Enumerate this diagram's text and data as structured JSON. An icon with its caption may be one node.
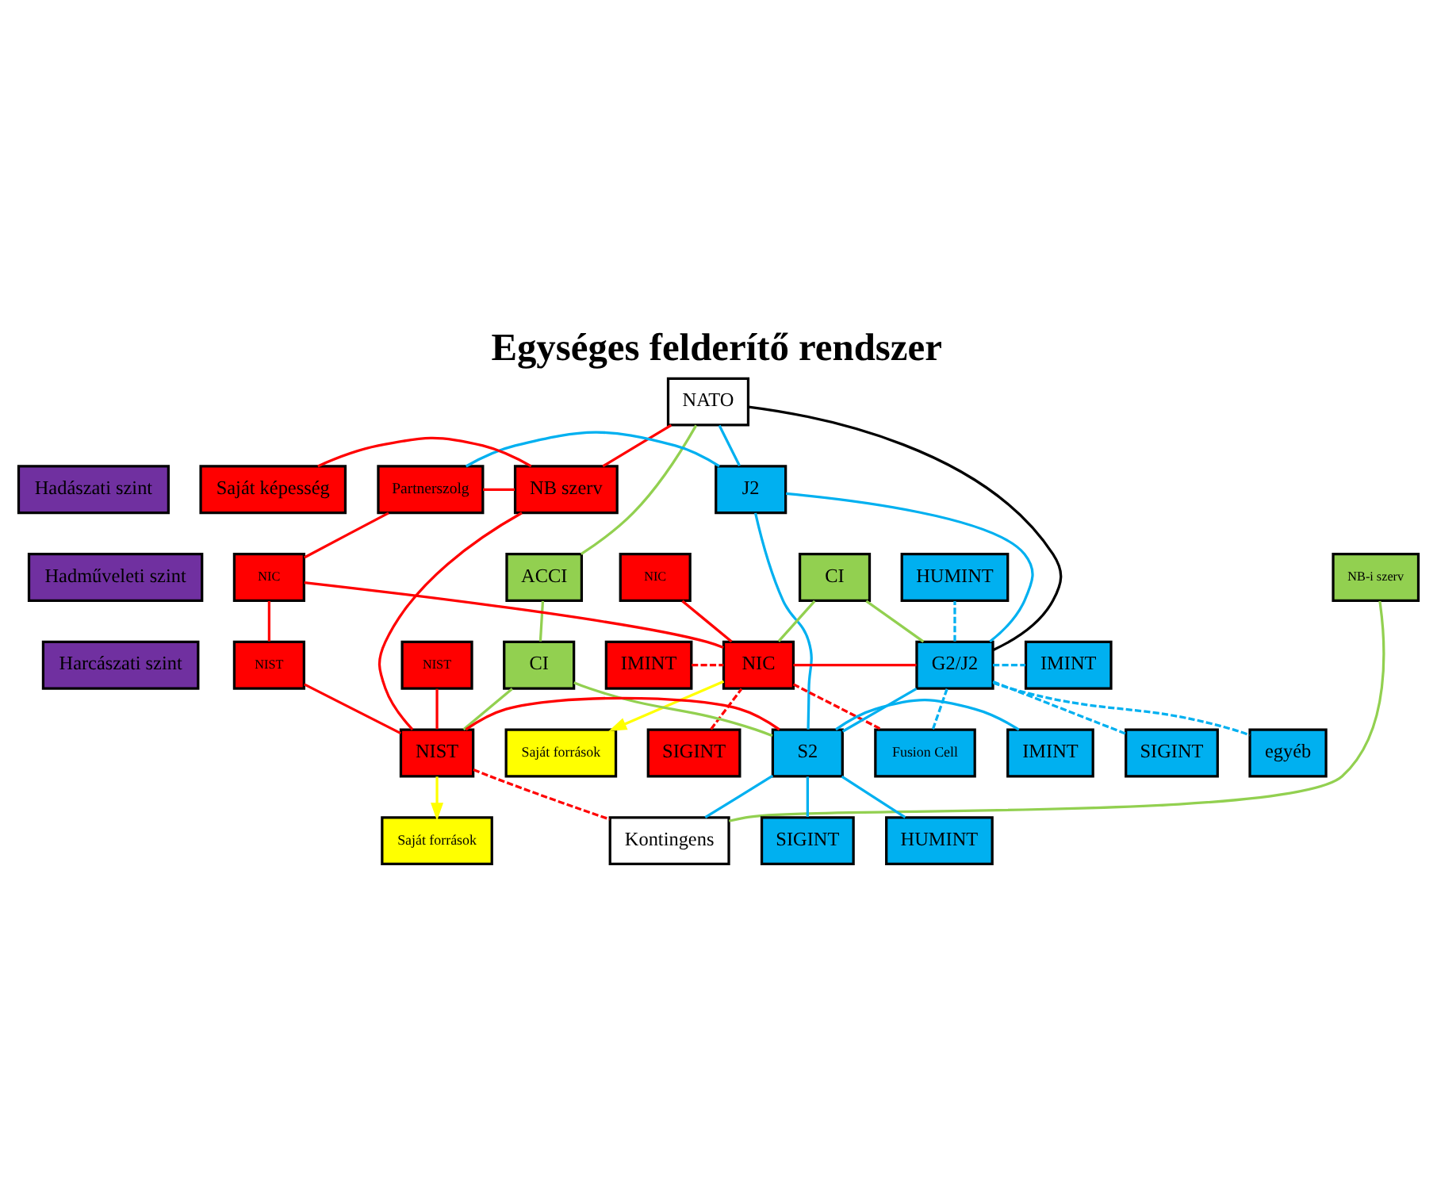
{
  "diagram": {
    "title": "Egységes felderítő rendszer",
    "nodes": [
      {
        "text": [
          "NATO"
        ]
      },
      {
        "text": [
          "Hadászati szint"
        ]
      },
      {
        "text": [
          "Partnerszolg"
        ]
      },
      {
        "text": [
          "J2"
        ]
      },
      {
        "text": [
          "NB szerv"
        ]
      },
      {
        "text": [
          "Saját képesség"
        ]
      },
      {
        "text": [
          "ACCI"
        ]
      },
      {
        "text": [
          "NB-i szerv"
        ]
      },
      {
        "text": [
          "Hadműveleti szint"
        ]
      },
      {
        "text": [
          "NIC"
        ]
      },
      {
        "text": [
          "NIC"
        ]
      },
      {
        "text": [
          "CI"
        ]
      },
      {
        "text": [
          "HUMINT"
        ]
      },
      {
        "text": [
          "NIC"
        ]
      },
      {
        "text": [
          "G2/J2"
        ]
      },
      {
        "text": [
          "IMINT"
        ]
      },
      {
        "text": [
          "IMINT"
        ]
      },
      {
        "text": [
          "Fusion Cell"
        ]
      },
      {
        "text": [
          "egyéb"
        ]
      },
      {
        "text": [
          "SIGINT"
        ]
      },
      {
        "text": [
          "Saját források"
        ]
      },
      {
        "text": [
          "SIGINT"
        ]
      },
      {
        "text": [
          "Harcászati szint"
        ]
      },
      {
        "text": [
          "NIST"
        ]
      },
      {
        "text": [
          "NIST"
        ]
      },
      {
        "text": [
          "CI"
        ]
      },
      {
        "text": [
          "NIST"
        ]
      },
      {
        "text": [
          "S2"
        ]
      },
      {
        "text": [
          "IMINT"
        ]
      },
      {
        "text": [
          "Saját források"
        ]
      },
      {
        "text": [
          "Kontingens"
        ]
      },
      {
        "text": [
          "SIGINT"
        ]
      },
      {
        "text": [
          "HUMINT"
        ]
      }
    ],
    "edges": [
      {
        "from": 0,
        "to": 4,
        "arrow": "none"
      },
      {
        "from": 0,
        "to": 6,
        "arrow": "none",
        "color": "#92d050"
      },
      {
        "from": 0,
        "to": 14,
        "arrow": "none",
        "color": "#000000"
      },
      {
        "from": 0,
        "to": 3,
        "arrow": "none",
        "color": "#00b0f0"
      },
      {
        "from": 2,
        "to": 4,
        "arrow": "none"
      },
      {
        "from": 2,
        "to": 10,
        "arrow": "none"
      },
      {
        "from": 2,
        "to": 3,
        "arrow": "none",
        "color": "#00b0f0"
      },
      {
        "from": 3,
        "to": 14,
        "arrow": "none",
        "color": "#00b0f0"
      },
      {
        "from": 3,
        "to": 27,
        "arrow": "none",
        "color": "#00b0f0"
      },
      {
        "from": 5,
        "to": 4,
        "arrow": "none"
      },
      {
        "from": 4,
        "to": 26,
        "arrow": "none"
      },
      {
        "from": 6,
        "to": 25,
        "arrow": "none",
        "color": "#92d050"
      },
      {
        "from": 7,
        "to": 30,
        "arrow": "none",
        "color": "#92d050"
      },
      {
        "from": 9,
        "to": 13,
        "arrow": "none"
      },
      {
        "from": 10,
        "to": 13,
        "arrow": "none"
      },
      {
        "from": 10,
        "to": 24,
        "arrow": "none"
      },
      {
        "from": 13,
        "to": 11,
        "arrow": "none",
        "color": "#92d050"
      },
      {
        "from": 11,
        "to": 14,
        "arrow": "none",
        "color": "#92d050"
      },
      {
        "from": 14,
        "to": 12,
        "arrow": "none",
        "style": "dashed",
        "color": "#00b0f0"
      },
      {
        "from": 15,
        "to": 13,
        "arrow": "none",
        "style": "dashed"
      },
      {
        "from": 13,
        "to": 14,
        "arrow": "none"
      },
      {
        "from": 14,
        "to": 16,
        "arrow": "none",
        "style": "dashed",
        "color": "#00b0f0"
      },
      {
        "from": 19,
        "to": 13,
        "arrow": "none",
        "style": "dashed"
      },
      {
        "from": 13,
        "to": 20,
        "arrow": "to",
        "color": "#ffff00"
      },
      {
        "from": 13,
        "to": 17,
        "arrow": "none",
        "style": "dashed"
      },
      {
        "from": 14,
        "to": 17,
        "arrow": "none",
        "style": "dashed",
        "color": "#00b0f0"
      },
      {
        "from": 14,
        "to": 18,
        "arrow": "none",
        "style": "dashed",
        "color": "#00b0f0"
      },
      {
        "from": 14,
        "to": 21,
        "arrow": "none",
        "style": "dashed",
        "color": "#00b0f0"
      },
      {
        "from": 14,
        "to": 27,
        "arrow": "none",
        "color": "#00b0f0"
      },
      {
        "from": 23,
        "to": 26,
        "arrow": "none"
      },
      {
        "from": 24,
        "to": 26,
        "arrow": "none"
      },
      {
        "from": 25,
        "to": 26,
        "arrow": "none",
        "color": "#92d050"
      },
      {
        "from": 25,
        "to": 27,
        "arrow": "none",
        "color": "#92d050"
      },
      {
        "from": 26,
        "to": 27,
        "arrow": "none"
      },
      {
        "from": 27,
        "to": 28,
        "arrow": "none",
        "color": "#00b0f0"
      },
      {
        "from": 26,
        "to": 29,
        "arrow": "to",
        "color": "#ffff00"
      },
      {
        "from": 26,
        "to": 30,
        "arrow": "none",
        "style": "dashed"
      },
      {
        "from": 27,
        "to": 30,
        "arrow": "none",
        "color": "#00b0f0"
      },
      {
        "from": 27,
        "to": 31,
        "arrow": "none",
        "color": "#00b0f0"
      },
      {
        "from": 27,
        "to": 32,
        "arrow": "none",
        "color": "#00b0f0"
      }
    ]
  }
}
